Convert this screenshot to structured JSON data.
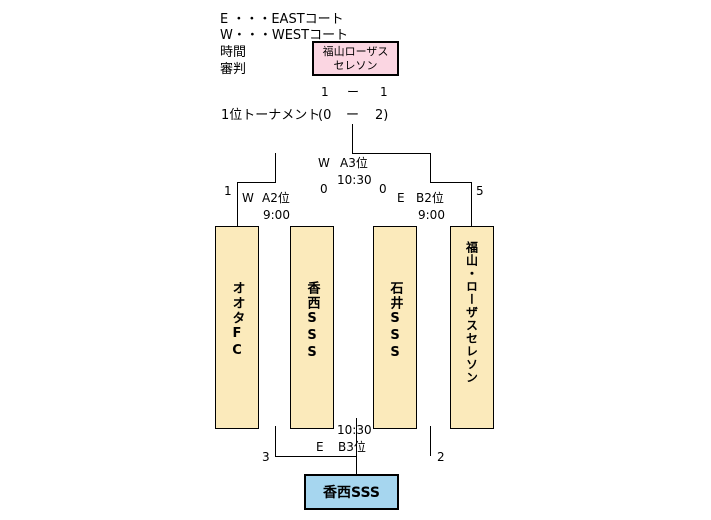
{
  "legend": {
    "east": "E ・・・EASTコート",
    "west": "W・・・WESTコート",
    "time_label": "時間",
    "referee_label": "審判"
  },
  "referee_box": {
    "line1": "福山ローザス",
    "line2": "セレソン",
    "color": "#fbd6e2"
  },
  "score_row": {
    "left": "1",
    "dash": "ー",
    "right": "1"
  },
  "tournament": {
    "title": "1位トーナメント",
    "left_score": "(0",
    "dash": "ー",
    "right_score": "2)"
  },
  "final_match": {
    "court": "W",
    "id": "A3位",
    "time": "10:30",
    "left_score": "0",
    "right_score": "0"
  },
  "left_match": {
    "court": "W",
    "id": "A2位",
    "time": "9:00",
    "left_score": "1"
  },
  "right_match": {
    "court": "E",
    "id": "B2位",
    "time": "9:00",
    "right_score": "5"
  },
  "teams": [
    {
      "name": "オオタFC"
    },
    {
      "name": "香西SSS"
    },
    {
      "name": "石井SSS"
    },
    {
      "name": "福山・ローザスセレソン"
    }
  ],
  "team_box_color": "#fbeabb",
  "third_match": {
    "time": "10:30",
    "court": "E",
    "id": "B3位",
    "left_score": "3",
    "right_score": "2"
  },
  "winner_box": {
    "name": "香西SSS",
    "color": "#a6d6ef"
  }
}
